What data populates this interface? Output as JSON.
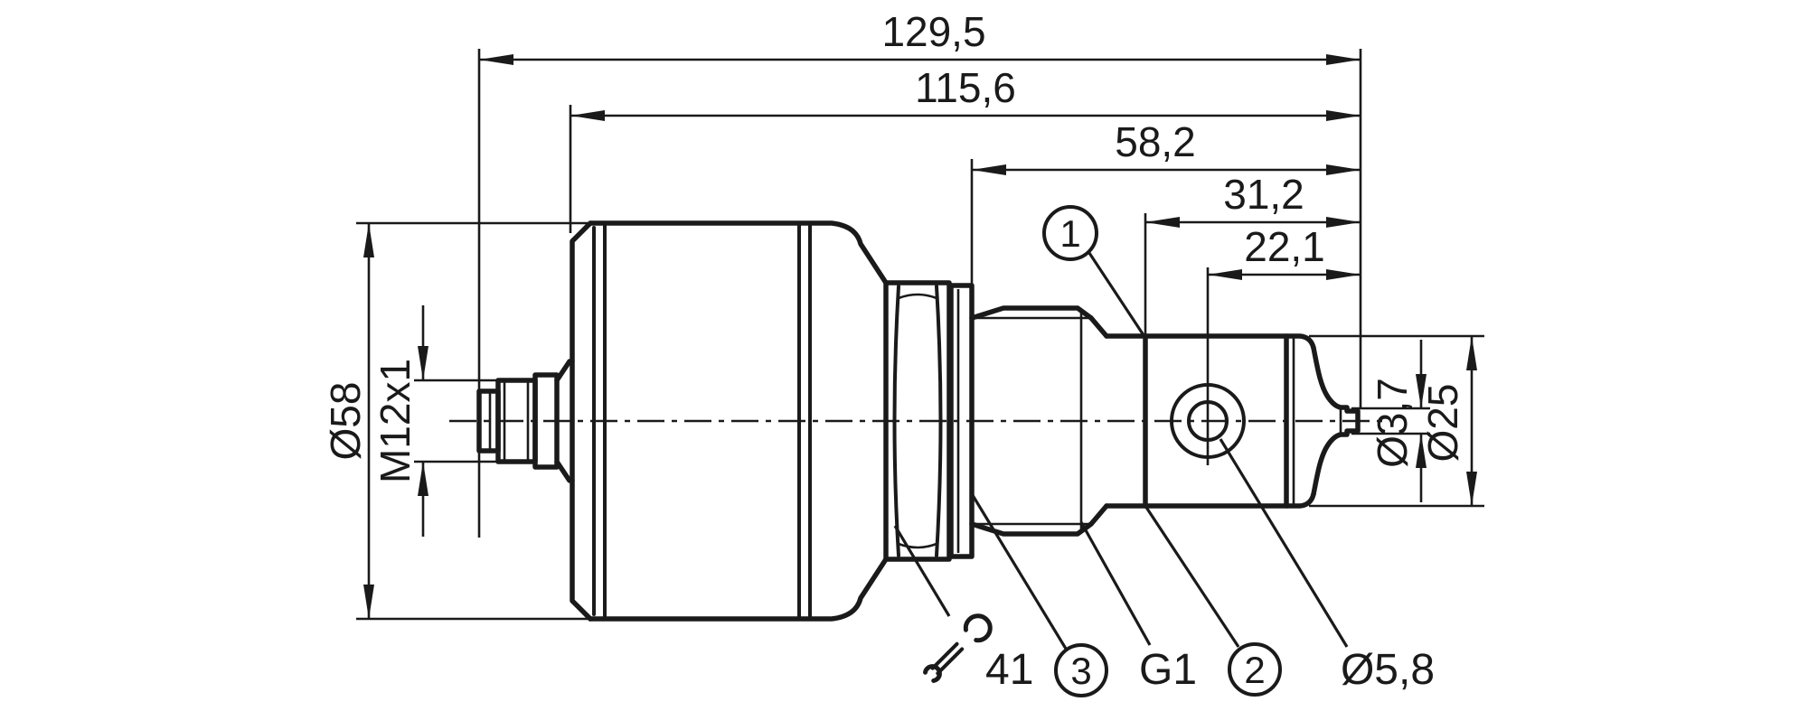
{
  "drawing": {
    "type": "technical-dimension-drawing",
    "background_color": "#ffffff",
    "line_color": "#1a1a1a",
    "horizontal_dimensions": [
      {
        "id": "overall-length",
        "label": "129,5"
      },
      {
        "id": "housing-length",
        "label": "115,6"
      },
      {
        "id": "front-length",
        "label": "58,2"
      },
      {
        "id": "probe-length",
        "label": "31,2"
      },
      {
        "id": "hole-distance",
        "label": "22,1"
      }
    ],
    "vertical_dimensions_left": [
      {
        "id": "housing-diameter",
        "label": "Ø58"
      },
      {
        "id": "connector-thread",
        "label": "M12x1"
      }
    ],
    "vertical_dimensions_right": [
      {
        "id": "tip-diameter",
        "label": "Ø3,7"
      },
      {
        "id": "probe-diameter",
        "label": "Ø25"
      }
    ],
    "callouts": {
      "balloon_1": "1",
      "balloon_2": "2",
      "balloon_3": "3",
      "process_thread": "G1",
      "hole_diameter": "Ø5,8",
      "wrench_size": "41"
    }
  }
}
